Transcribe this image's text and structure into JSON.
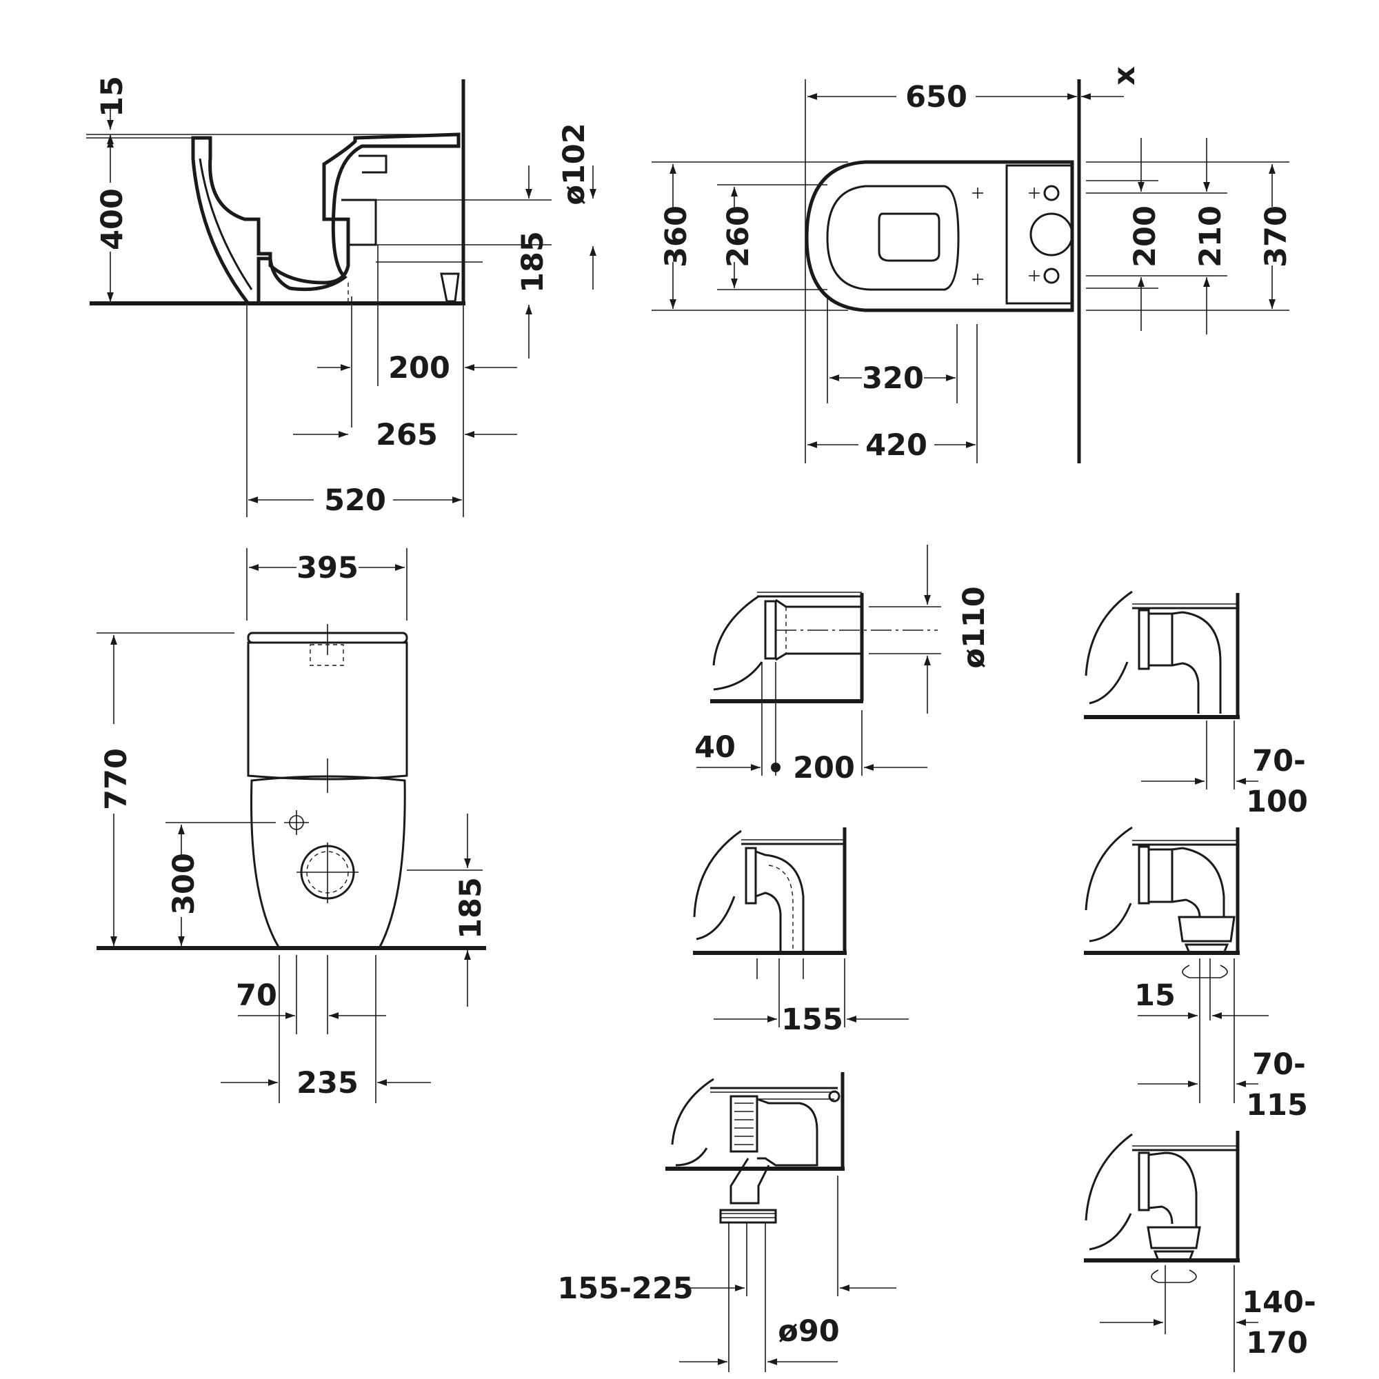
{
  "labels": {
    "side": {
      "d15": "15",
      "d400": "400",
      "dia102": "ø102",
      "d185": "185",
      "d200": "200",
      "d265": "265",
      "d520": "520"
    },
    "top": {
      "d650": "650",
      "x": "x",
      "d360": "360",
      "d260": "260",
      "d200": "200",
      "d210": "210",
      "d370": "370",
      "d320": "320",
      "d420": "420"
    },
    "front": {
      "d395": "395",
      "d770": "770",
      "d300": "300",
      "d185": "185",
      "d70": "70",
      "d235": "235"
    },
    "conn1": {
      "dia110": "ø110",
      "d40": "40",
      "d200": "200"
    },
    "conn2": {
      "d155": "155"
    },
    "conn3": {
      "d155_225": "155-225",
      "dia90": "ø90"
    },
    "conn4": {
      "d70_100a": "70-",
      "d70_100b": "100"
    },
    "conn5": {
      "d15": "15",
      "d70_115a": "70-",
      "d70_115b": "115"
    },
    "conn6": {
      "d140_170a": "140-",
      "d140_170b": "170"
    }
  }
}
